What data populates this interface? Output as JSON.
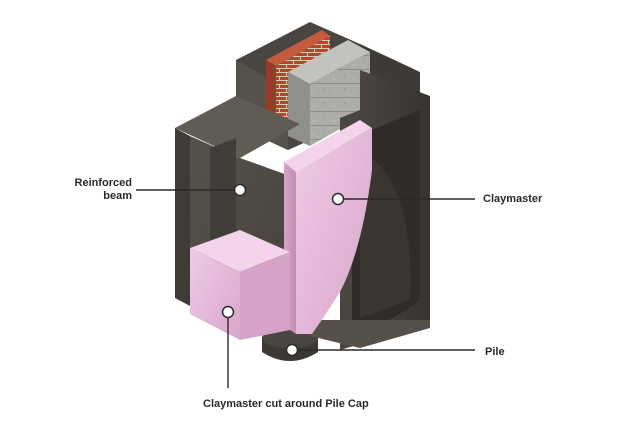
{
  "labels": {
    "reinforced_beam_line1": "Reinforced",
    "reinforced_beam_line2": "beam",
    "claymaster": "Claymaster",
    "pile": "Pile",
    "claymaster_cut": "Claymaster cut around Pile Cap"
  },
  "colors": {
    "concrete_front": "#4d4843",
    "concrete_side": "#3f3b37",
    "concrete_top": "#615b55",
    "claymaster_pink": "#e2b2d4",
    "claymaster_pink_light": "#ecc7e2",
    "brick": "#b5452b",
    "block": "#a9a9a5",
    "leader_line": "#2a2a2a"
  }
}
